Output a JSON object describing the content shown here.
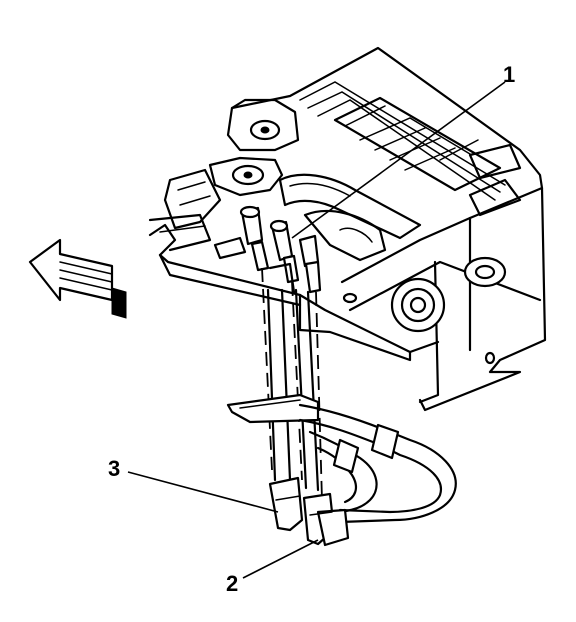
{
  "callouts": [
    {
      "id": "1",
      "label": "1"
    },
    {
      "id": "2",
      "label": "2"
    },
    {
      "id": "3",
      "label": "3"
    }
  ],
  "colors": {
    "line": "#000000",
    "background": "#ffffff"
  },
  "icons": {
    "direction_arrow": "arrow-left-icon"
  }
}
